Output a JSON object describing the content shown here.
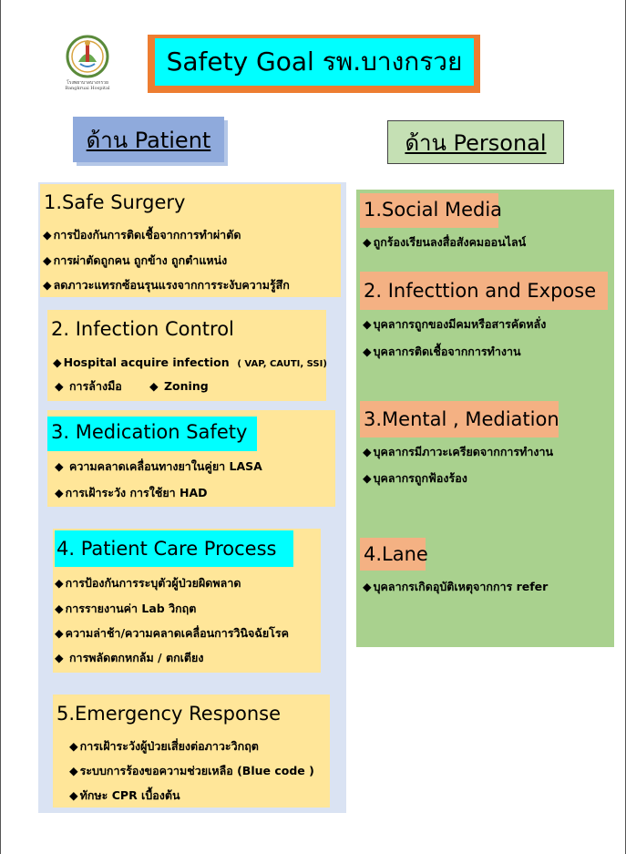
{
  "header": {
    "title": "Safety Goal รพ.บางกรวย",
    "logo_caption_th": "โรงพยาบาลบางกรวย",
    "logo_caption_en": "Bangkruai Hospital"
  },
  "patient": {
    "heading": "ด้าน Patient",
    "sections": [
      {
        "title": "1.Safe   Surgery",
        "items": [
          "การป้องกันการติดเชื้อจากการทำผ่าตัด",
          "การผ่าตัดถูกคน ถูกข้าง ถูกตำแหน่ง",
          "ลดภาวะแทรกซ้อนรุนแรงจากการระงับความรู้สึก"
        ]
      },
      {
        "title": "2. Infection Control",
        "item1_main": "Hospital acquire infection",
        "item1_note": "( VAP, CAUTI, SSI)",
        "item2a": "การล้างมือ",
        "item2b": "Zoning"
      },
      {
        "title": "3. Medication Safety",
        "items": [
          " ความคลาดเคลื่อนทางยาในคู่ยา LASA",
          "การเฝ้าระวัง การใช้ยา HAD"
        ]
      },
      {
        "title": "4.  Patient Care Process",
        "items": [
          "การป้องกันการระบุตัวผู้ป่วยผิดพลาด",
          "การรายงานค่า Lab วิกฤต",
          "ความล่าช้า/ความคลาดเคลื่อนการวินิจฉัยโรค",
          " การพลัดตกหกล้ม / ตกเตียง"
        ]
      },
      {
        "title": "5.Emergency Response",
        "items": [
          "การเฝ้าระวังผู้ป่วยเสี่ยงต่อภาวะวิกฤต",
          "ระบบการร้องขอความช่วยเหลือ (Blue code )",
          "ทักษะ CPR เบื้องต้น"
        ]
      }
    ]
  },
  "personal": {
    "heading": "ด้าน Personal",
    "sections": [
      {
        "title": "1.Social Media",
        "items": [
          "ถูกร้องเรียนลงสื่อสังคมออนไลน์"
        ]
      },
      {
        "title": "2. Infecttion and Expose",
        "items": [
          "บุคลากรถูกของมีคมหรือสารคัดหลั่ง",
          "บุคลากรติดเชื้อจากการทำงาน"
        ]
      },
      {
        "title": "3.Mental , Mediation",
        "items": [
          "บุคลากรมีภาวะเครียดจากการทำงาน",
          "บุคลากรถูกฟ้องร้อง"
        ]
      },
      {
        "title": "4.Lane",
        "items": [
          "บุคลากรเกิดอุบัติเหตุจากการ refer"
        ]
      }
    ]
  },
  "bullet_glyph": "◆",
  "colors": {
    "title_border": "#ed7d31",
    "title_bg": "#00ffff",
    "patient_panel": "#dae3f3",
    "personal_panel": "#a9d18e",
    "card_bg": "#ffe699",
    "personal_head_bg": "#f4b183"
  }
}
